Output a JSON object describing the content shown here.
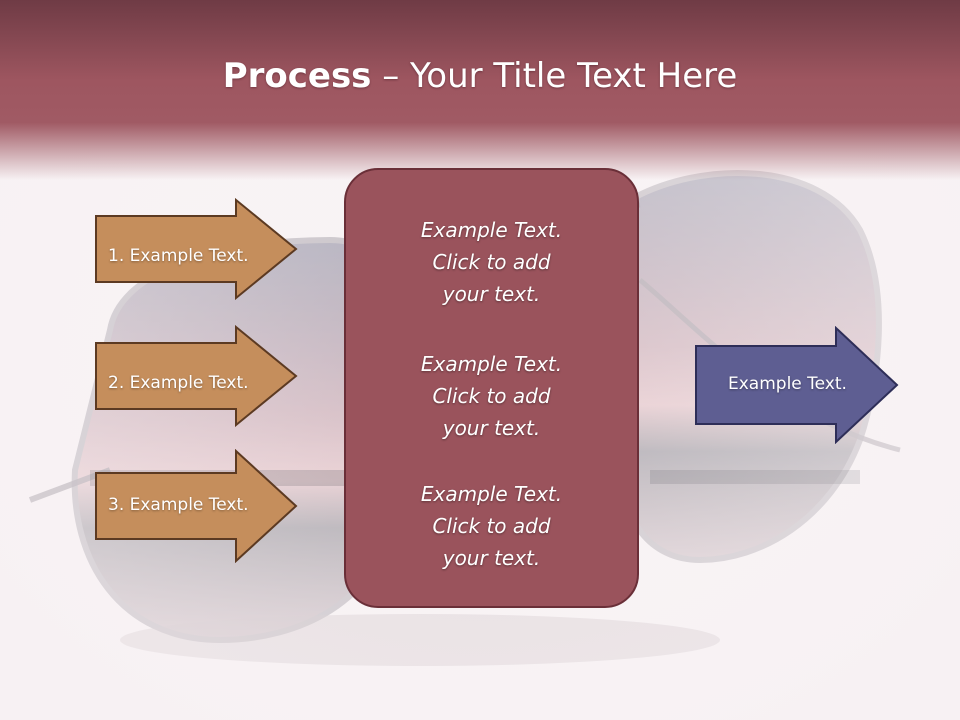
{
  "slide": {
    "title_bold": "Process",
    "title_rest": " – Your Title Text Here",
    "steps": [
      {
        "label": "1. Example Text."
      },
      {
        "label": "2. Example Text."
      },
      {
        "label": "3. Example Text."
      }
    ],
    "center_blocks": [
      {
        "line1": "Example Text.",
        "line2": "Click  to add",
        "line3": "your text."
      },
      {
        "line1": "Example Text.",
        "line2": "Click  to add",
        "line3": "your text."
      },
      {
        "line1": "Example Text.",
        "line2": "Click  to add",
        "line3": "your text."
      }
    ],
    "result": {
      "label": "Example Text."
    }
  },
  "colors": {
    "header": "#9e5660",
    "step_arrow_fill": "#c58e5c",
    "step_arrow_border": "#5c3a22",
    "center_box_fill": "#9a535c",
    "result_arrow_fill": "#5e5e92",
    "result_arrow_border": "#2e2e58"
  },
  "background_image": "sunglasses-sunset-reflection"
}
